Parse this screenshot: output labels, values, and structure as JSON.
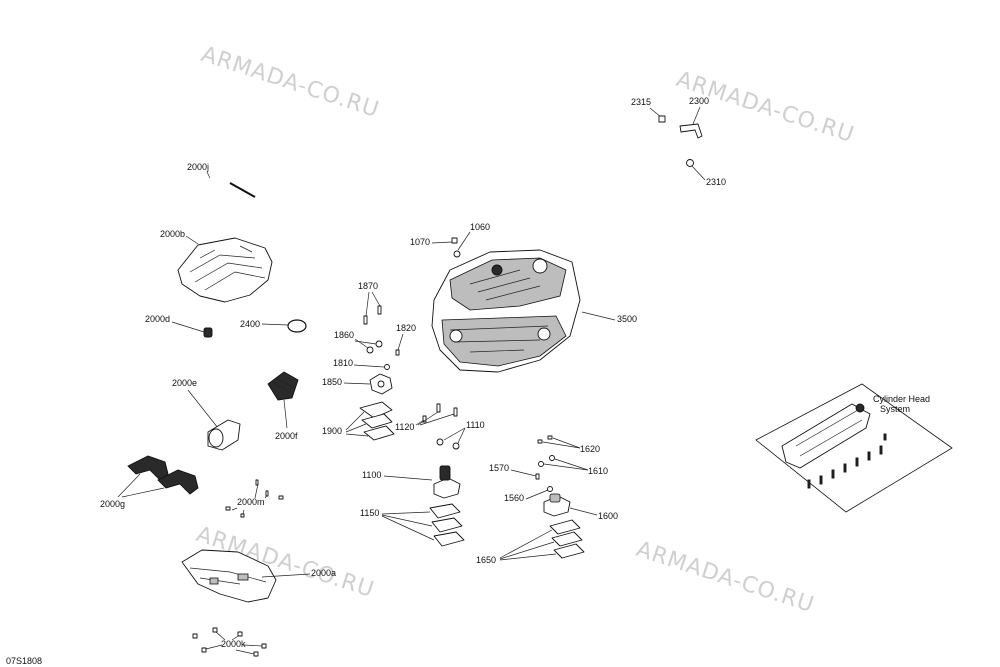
{
  "watermark": "ARMADA-CO.RU",
  "diagram_code": "07S1808",
  "inset_title_line1": "Cylinder Head",
  "inset_title_line2": "System",
  "labels": {
    "l2315": "2315",
    "l2300": "2300",
    "l2310": "2310",
    "l2000j": "2000j",
    "l2000b": "2000b",
    "l2000d": "2000d",
    "l2400": "2400",
    "l2000e": "2000e",
    "l2000f": "2000f",
    "l2000g": "2000g",
    "l2000m": "2000m",
    "l2000a": "2000a",
    "l2000k": "2000k",
    "l1060": "1060",
    "l1070": "1070",
    "l3500": "3500",
    "l1870": "1870",
    "l1860": "1860",
    "l1820": "1820",
    "l1810": "1810",
    "l1850": "1850",
    "l1900": "1900",
    "l1120": "1120",
    "l1110": "1110",
    "l1100": "1100",
    "l1150": "1150",
    "l1620": "1620",
    "l1610": "1610",
    "l1570": "1570",
    "l1560": "1560",
    "l1600": "1600",
    "l1650": "1650"
  }
}
